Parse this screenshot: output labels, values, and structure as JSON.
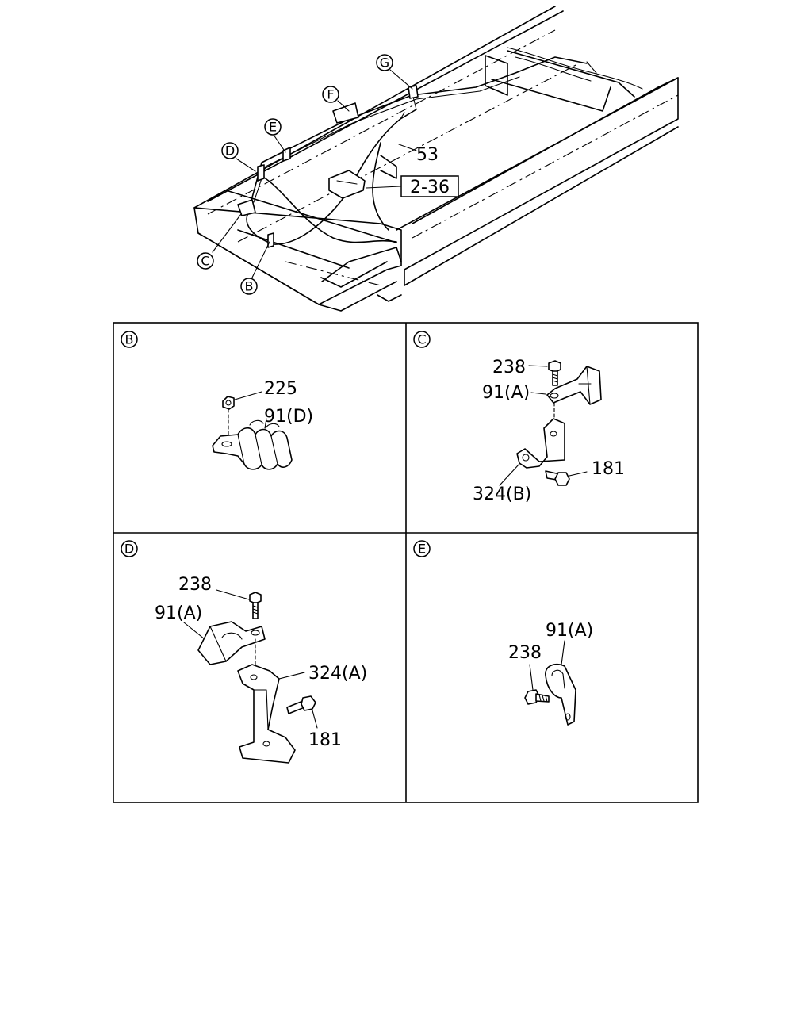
{
  "overview": {
    "callouts": {
      "b": "B",
      "c": "C",
      "d": "D",
      "e": "E",
      "f": "F",
      "g": "G"
    },
    "part_53": "53",
    "reference_box": "2-36"
  },
  "panels": {
    "b": {
      "letter": "B",
      "labels": {
        "p225": "225",
        "p91d": "91(D)"
      }
    },
    "c": {
      "letter": "C",
      "labels": {
        "p238": "238",
        "p91a": "91(A)",
        "p181": "181",
        "p324b": "324(B)"
      }
    },
    "d": {
      "letter": "D",
      "labels": {
        "p238": "238",
        "p91a": "91(A)",
        "p324a": "324(A)",
        "p181": "181"
      }
    },
    "e": {
      "letter": "E",
      "labels": {
        "p91a": "91(A)",
        "p238": "238"
      }
    }
  }
}
